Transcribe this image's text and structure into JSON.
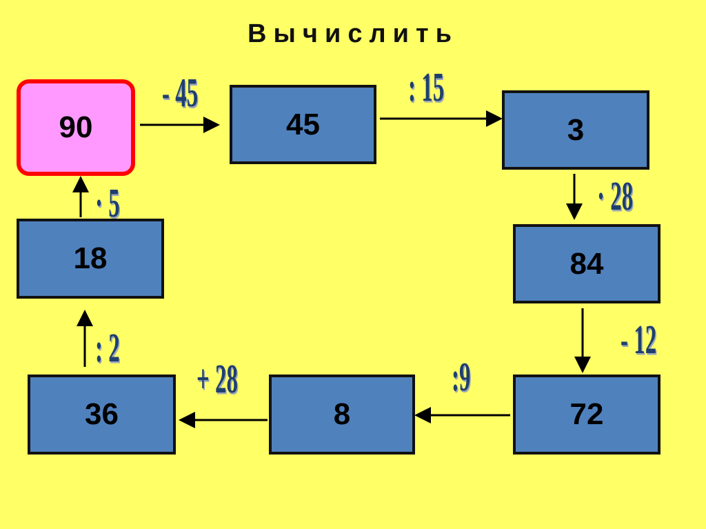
{
  "title": "Вычислить",
  "boxes": {
    "b1": "90",
    "b2": "45",
    "b3": "3",
    "b4": "84",
    "b5": "72",
    "b6": "8",
    "b7": "36",
    "b8": "18"
  },
  "ops": {
    "o1": "- 45",
    "o2": ": 15",
    "o3": "· 28",
    "o4": "- 12",
    "o5": ":9",
    "o6": "+ 28",
    "o7": ": 2",
    "o8": "· 5"
  },
  "colors": {
    "background": "#ffff66",
    "box": "#4f81bd",
    "start_box": "#ff99ff",
    "start_border": "#ff0000",
    "operation": "#1f3f6e"
  }
}
